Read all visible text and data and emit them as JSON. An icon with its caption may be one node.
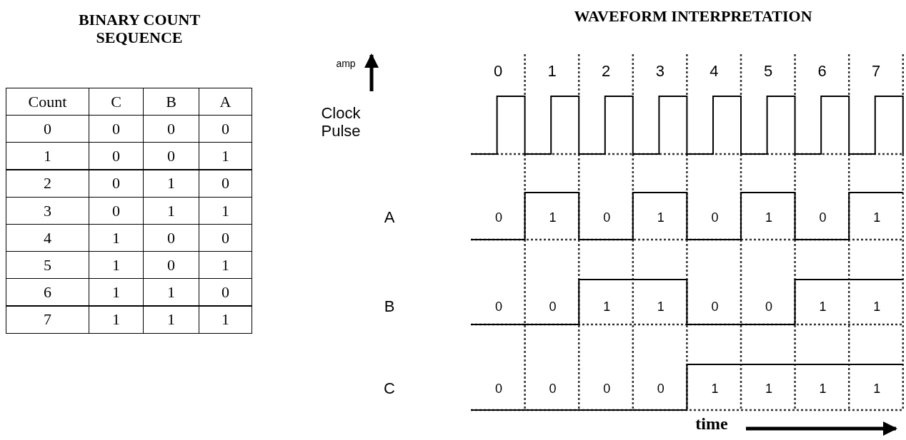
{
  "diagram": {
    "labels": [
      "BINARY COUNT SEQUENCE",
      "WAVEFORM  INTERPRETATION",
      "Count",
      "C",
      "B",
      "A",
      "0",
      "0",
      "0",
      "0",
      "1",
      "0",
      "0",
      "1",
      "2",
      "0",
      "1",
      "0",
      "3",
      "0",
      "1",
      "1",
      "4",
      "1",
      "0",
      "0",
      "5",
      "1",
      "0",
      "1",
      "6",
      "1",
      "1",
      "0",
      "7",
      "1",
      "1",
      "1",
      "amp",
      "0",
      "1",
      "2",
      "3",
      "4",
      "5",
      "6",
      "7",
      "Clock Pulse",
      "A",
      "0",
      "1",
      "0",
      "1",
      "0",
      "1",
      "0",
      "1",
      "B",
      "0",
      "0",
      "1",
      "1",
      "0",
      "0",
      "1",
      "1",
      "C",
      "0",
      "0",
      "0",
      "0",
      "1",
      "1",
      "1",
      "1",
      "time"
    ]
  }
}
